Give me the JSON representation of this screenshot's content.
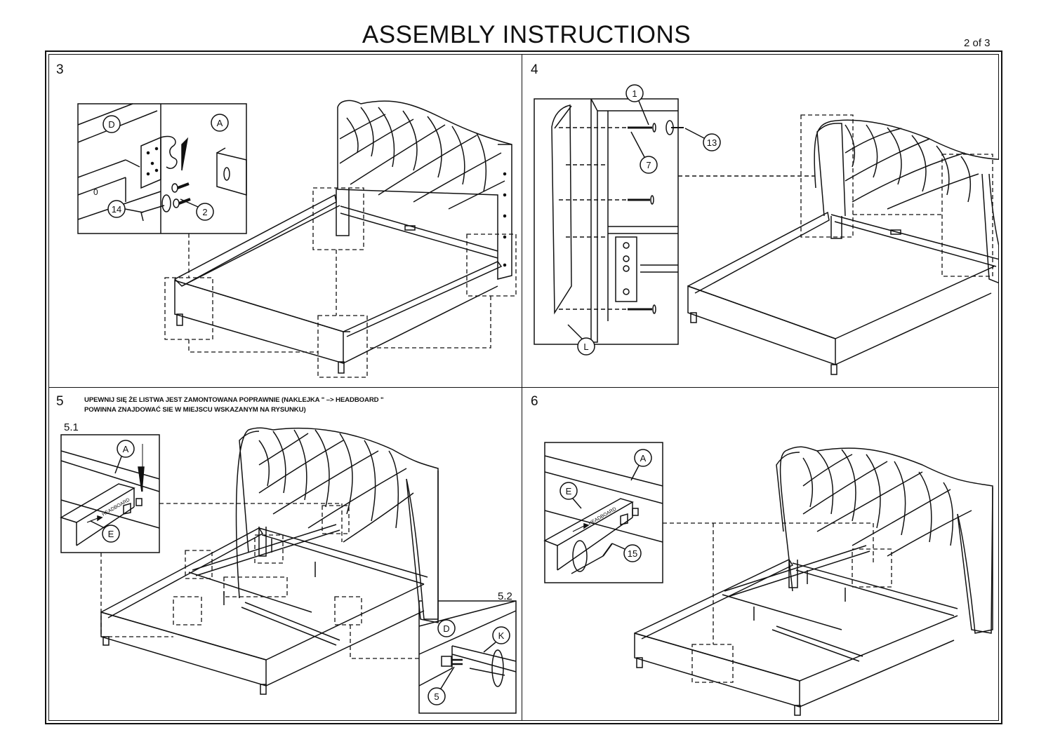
{
  "header": {
    "title": "ASSEMBLY INSTRUCTIONS",
    "page": "2 of 3"
  },
  "steps": [
    {
      "number": "3",
      "callouts": [
        "D",
        "A",
        "14",
        "2"
      ]
    },
    {
      "number": "4",
      "callouts": [
        "1",
        "7",
        "13",
        "L"
      ]
    },
    {
      "number": "5",
      "note_line1": "UPEWNIJ SIĘ ŻE LISTWA JEST ZAMONTOWANA POPRAWNIE (NAKLEJKA \" –> HEADBOARD \"",
      "note_line2": "POWINNA ZNAJDOWAĆ SIE W MIEJSCU WSKAZANYM NA RYSUNKU)",
      "substeps": [
        {
          "number": "5.1",
          "callouts": [
            "A",
            "E"
          ],
          "sticker": "HEADBOARD"
        },
        {
          "number": "5.2",
          "callouts": [
            "D",
            "K",
            "5"
          ]
        }
      ]
    },
    {
      "number": "6",
      "callouts": [
        "A",
        "E",
        "15"
      ],
      "sticker": "HEADBOARD"
    }
  ]
}
